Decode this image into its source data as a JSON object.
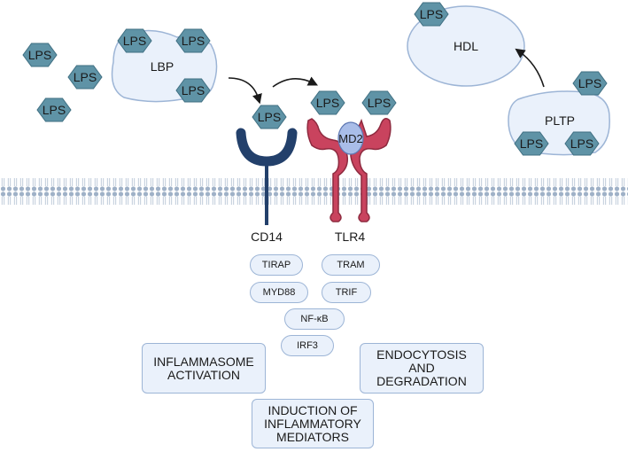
{
  "labels": {
    "lps": "LPS",
    "lbp": "LBP",
    "hdl": "HDL",
    "pltp": "PLTP",
    "md2": "MD2",
    "cd14": "CD14",
    "tlr4": "TLR4"
  },
  "adaptors": {
    "tirap": "TIRAP",
    "tram": "TRAM",
    "myd88": "MYD88",
    "trif": "TRIF",
    "nfkb": "NF-κB",
    "irf3": "IRF3"
  },
  "outcomes": {
    "inflammasome": "INFLAMMASOME ACTIVATION",
    "endocytosis": "ENDOCYTOSIS AND DEGRADATION",
    "induction": "INDUCTION OF INFLAMMATORY MEDIATORS"
  },
  "colors": {
    "lps_fill": "#5f93a6",
    "lps_stroke": "#3f6f82",
    "protein_fill": "#eaf1fb",
    "protein_stroke": "#9db5d6",
    "cd14": "#23406b",
    "tlr4": "#c9435e",
    "md2": "#a9bde8",
    "membrane": "#9fb1c7"
  }
}
